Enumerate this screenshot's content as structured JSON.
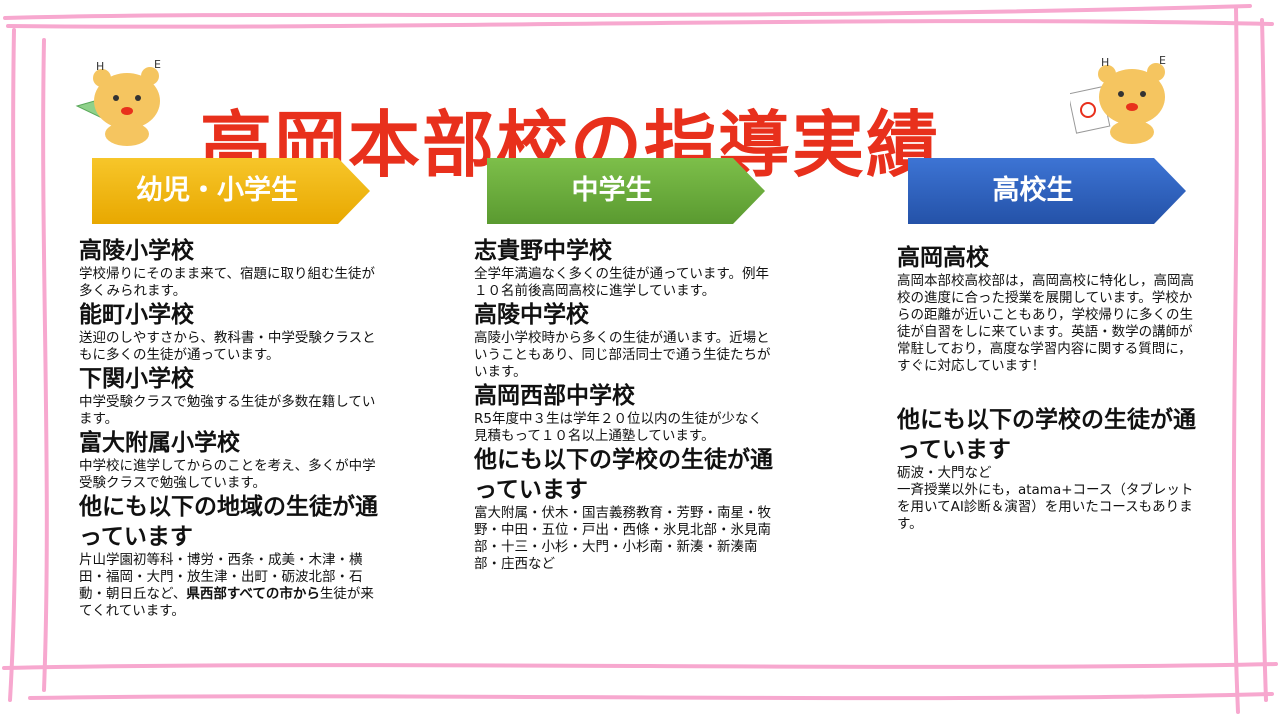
{
  "title": "高岡本部校の指導実績",
  "colors": {
    "title": "#e8301c",
    "border": "#f7a8cf",
    "banner_yellow": "#f2b705",
    "banner_green": "#6aab3c",
    "banner_blue": "#2e62c3",
    "bear": "#f5c560"
  },
  "icons": [
    "bear-he-fan-icon",
    "bear-he-certificate-icon"
  ],
  "bear_letters": {
    "h": "H",
    "e": "E"
  },
  "banners": [
    "幼児・小学生",
    "中学生",
    "高校生"
  ],
  "elementary": {
    "schools": [
      {
        "name": "高陵小学校",
        "desc": "学校帰りにそのまま来て、宿題に取り組む生徒が多くみられます。"
      },
      {
        "name": "能町小学校",
        "desc": "送迎のしやすさから、教科書・中学受験クラスともに多くの生徒が通っています。"
      },
      {
        "name": "下関小学校",
        "desc": "中学受験クラスで勉強する生徒が多数在籍しています。"
      },
      {
        "name": "富大附属小学校",
        "desc": "中学校に進学してからのことを考え、多くが中学受験クラスで勉強しています。"
      }
    ],
    "others_heading": "他にも以下の地域の生徒が通っています",
    "others_text": "片山学園初等科・博労・西条・成美・木津・横田・福岡・大門・放生津・出町・砺波北部・石動・朝日丘など、",
    "others_bold": "県西部すべての市から",
    "others_tail": "生徒が来てくれています。"
  },
  "junior": {
    "schools": [
      {
        "name": "志貴野中学校",
        "desc": "全学年満遍なく多くの生徒が通っています。例年１０名前後高岡高校に進学しています。"
      },
      {
        "name": "高陵中学校",
        "desc": "高陵小学校時から多くの生徒が通います。近場ということもあり、同じ部活同士で通う生徒たちがいます。"
      },
      {
        "name": "高岡西部中学校",
        "desc": "R5年度中３生は学年２０位以内の生徒が少なく見積もって１０名以上通塾しています。"
      }
    ],
    "others_heading": "他にも以下の学校の生徒が通っています",
    "others_text": "富大附属・伏木・国吉義務教育・芳野・南星・牧野・中田・五位・戸出・西條・氷見北部・氷見南部・十三・小杉・大門・小杉南・新湊・新湊南部・庄西など"
  },
  "senior": {
    "schools": [
      {
        "name": "高岡高校",
        "desc": "高岡本部校高校部は，高岡高校に特化し，高岡高校の進度に合った授業を展開しています。学校からの距離が近いこともあり，学校帰りに多くの生徒が自習をしに来ています。英語・数学の講師が常駐しており，高度な学習内容に関する質問に，すぐに対応しています！"
      }
    ],
    "others_heading": "他にも以下の学校の生徒が通っています",
    "others_text": "砺波・大門など",
    "others_note": "一斉授業以外にも，atama+コース（タブレットを用いてAI診断＆演習）を用いたコースもあります。"
  }
}
